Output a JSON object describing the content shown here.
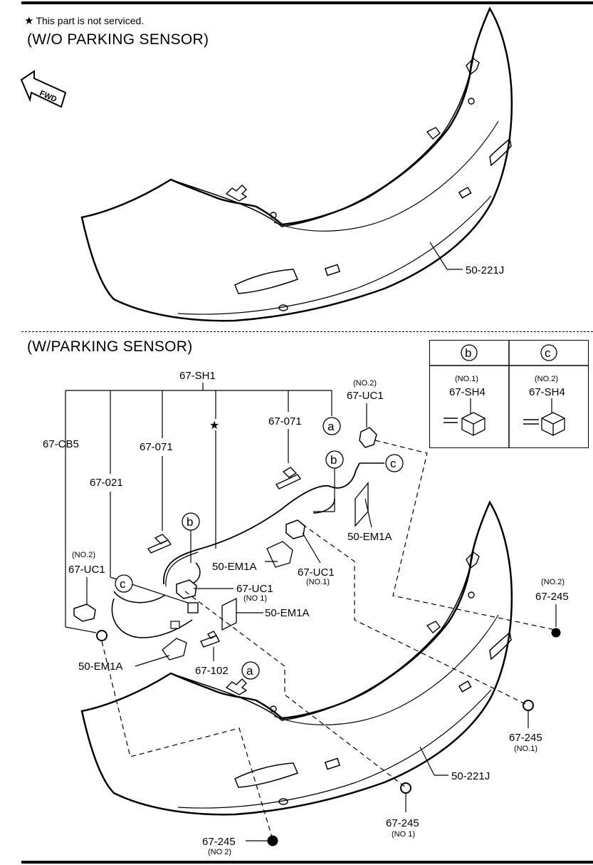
{
  "header": {
    "note_symbol": "★",
    "note_text": "This part is not serviced."
  },
  "sections": [
    {
      "title": "(W/O PARKING SENSOR)"
    },
    {
      "title": "(W/PARKING SENSOR)"
    }
  ],
  "fwd_label": "FWD",
  "top_callouts": [
    {
      "id": "bumper",
      "label": "50-221J"
    }
  ],
  "callouts": {
    "harness_group": "67-SH1",
    "cb5": "67-CB5",
    "p021": "67-021",
    "p071_left": "67-071",
    "p071_right": "67-071",
    "uc1_top": "67-UC1",
    "uc1_top_no": "(NO.2)",
    "uc1_left": "67-UC1",
    "uc1_left_no": "(NO.2)",
    "uc1_mid": "67-UC1",
    "uc1_mid_no": "(NO 1)",
    "uc1_right": "67-UC1",
    "uc1_right_no": "(NO.1)",
    "em1a_top_right": "50-EM1A",
    "em1a_mid": "50-EM1A",
    "em1a_center": "50-EM1A",
    "em1a_left": "50-EM1A",
    "p102": "67-102",
    "bumper_bottom": "50-221J",
    "g245_right_top": "67-245",
    "g245_right_top_no": "(NO.2)",
    "g245_right": "67-245",
    "g245_right_no": "(NO.1)",
    "g245_center": "67-245",
    "g245_center_no": "(NO 1)",
    "g245_bottom": "67-245",
    "g245_bottom_no": "(NO 2)"
  },
  "letters": {
    "a": "a",
    "b": "b",
    "c": "c"
  },
  "legend": {
    "cells": [
      {
        "letter": "b",
        "no": "(NO.1)",
        "part": "67-SH4"
      },
      {
        "letter": "c",
        "no": "(NO.2)",
        "part": "67-SH4"
      }
    ]
  }
}
